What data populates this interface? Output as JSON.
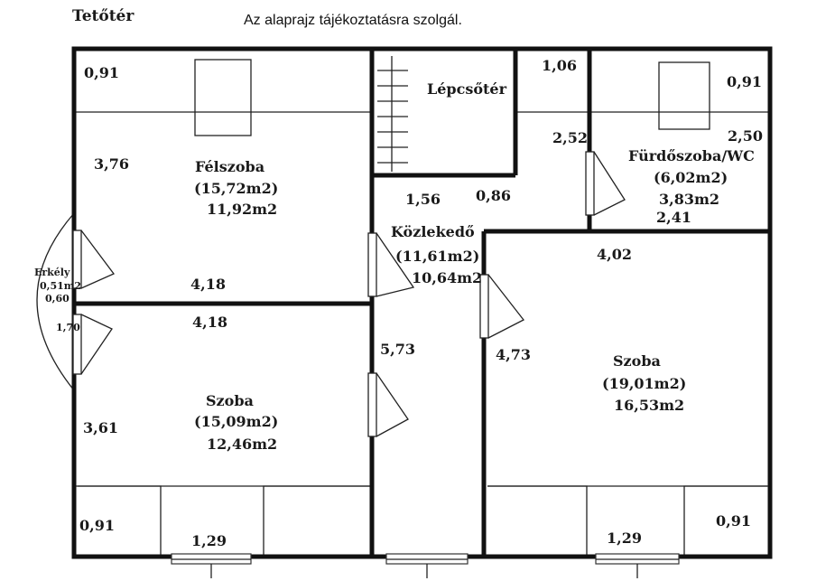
{
  "header": {
    "title": "Tetőtér",
    "note": "Az alaprajz tájékoztatásra szolgál."
  },
  "rooms": {
    "felszoba": {
      "name": "Félszoba",
      "area_gross": "(15,72m2)",
      "area_net": "11,92m2"
    },
    "lepcsoter": {
      "name": "Lépcsőtér"
    },
    "furdoszoba": {
      "name": "Fürdőszoba/WC",
      "area_gross": "(6,02m2)",
      "area_net": "3,83m2"
    },
    "kozlekedo": {
      "name": "Közlekedő",
      "area_gross": "(11,61m2)",
      "area_net": "10,64m2"
    },
    "szoba_left": {
      "name": "Szoba",
      "area_gross": "(15,09m2)",
      "area_net": "12,46m2"
    },
    "szoba_right": {
      "name": "Szoba",
      "area_gross": "(19,01m2)",
      "area_net": "16,53m2"
    },
    "erkely": {
      "name": "Erkély",
      "area": "0,51m2"
    }
  },
  "dimensions": {
    "felszoba_top_left": "0,91",
    "felszoba_side": "3,76",
    "felszoba_bottom": "4,18",
    "szoba_left_top": "4,18",
    "szoba_left_side": "3,61",
    "szoba_left_bottom_left": "0,91",
    "szoba_left_window": "1,29",
    "stair_side": "1,06",
    "furdo_top_right": "0,91",
    "furdo_left": "2,52",
    "furdo_right": "2,50",
    "furdo_bottom": "2,41",
    "corridor_a": "1,56",
    "corridor_b": "0,86",
    "corridor_side": "5,73",
    "szoba_right_top": "4,02",
    "szoba_right_side": "4,73",
    "szoba_right_window": "1,29",
    "szoba_right_bottom_right": "0,91",
    "erkely_depth": "0,60",
    "erkely_width": "1,70"
  }
}
